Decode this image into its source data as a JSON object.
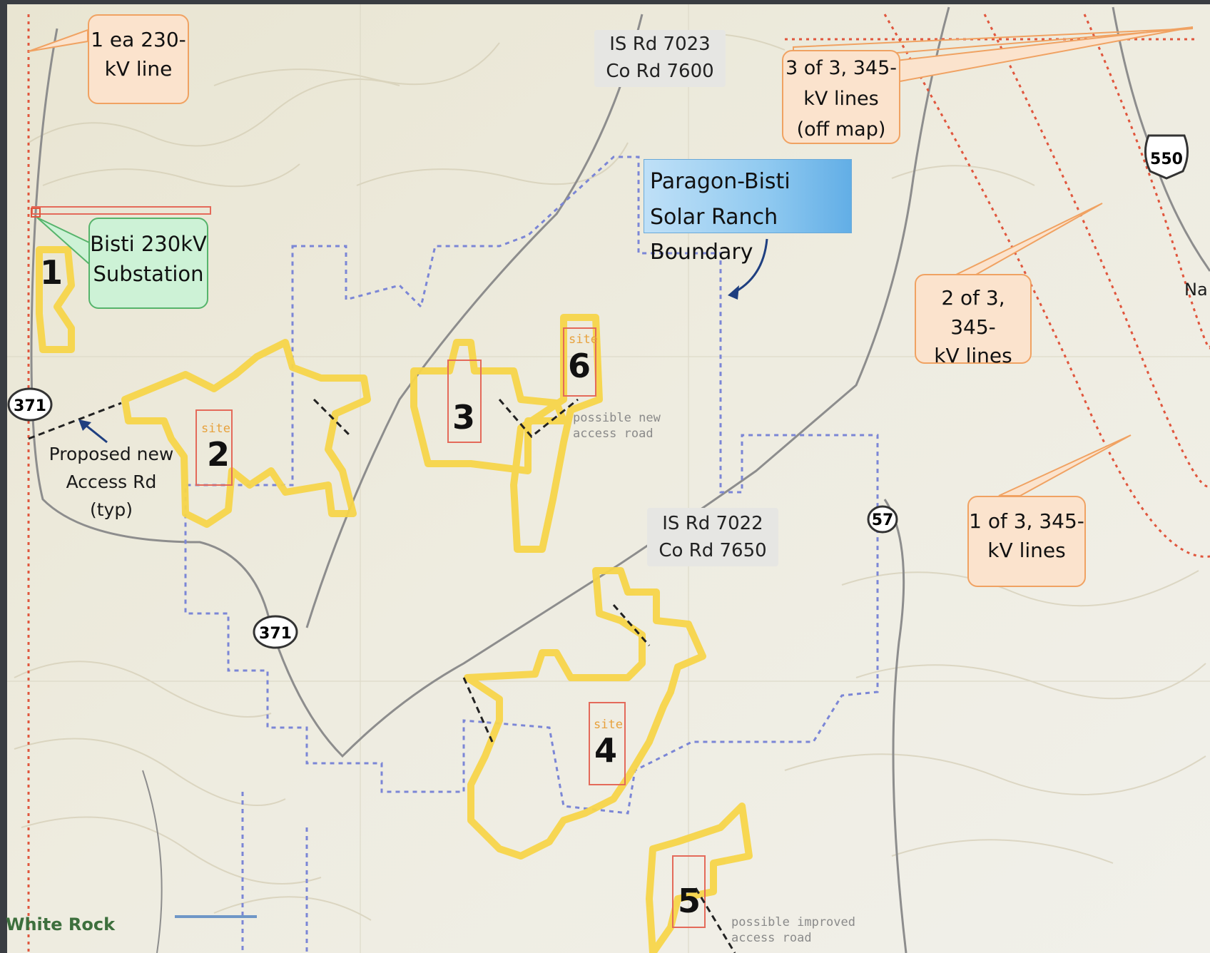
{
  "callouts": {
    "line230": [
      "1 ea 230-",
      "kV line"
    ],
    "substation": [
      "Bisti 230kV",
      "Substation"
    ],
    "rd7023": [
      "IS Rd 7023",
      "Co Rd 7600"
    ],
    "lines345_3": [
      "3 of 3, 345-",
      "kV lines",
      "(off map)"
    ],
    "boundary": [
      "Paragon-Bisti",
      "Solar Ranch  Boundary"
    ],
    "lines345_2": [
      "2 of 3, 345-",
      "kV lines"
    ],
    "rd7022": [
      "IS Rd 7022",
      "Co Rd 7650"
    ],
    "lines345_1": [
      "1  of 3, 345-",
      "kV lines"
    ],
    "access": [
      "Proposed new",
      "Access Rd  (typ)"
    ]
  },
  "sites": [
    "1",
    "2",
    "3",
    "4",
    "5",
    "6"
  ],
  "site_tag": "site",
  "possible_access": [
    "possible new",
    "access road"
  ],
  "possible_improved": [
    "possible improved",
    "access road"
  ],
  "routes": {
    "us550": "550",
    "nm371_a": "371",
    "nm371_b": "371",
    "r57": "57"
  },
  "places": {
    "white_rock": "White Rock",
    "edge_label": "Na"
  },
  "colors": {
    "site_outline": "#f7d54a",
    "boundary_dash": "#7b86d6",
    "power_line": "#e0563d",
    "callout_orange": "#f0a262"
  }
}
